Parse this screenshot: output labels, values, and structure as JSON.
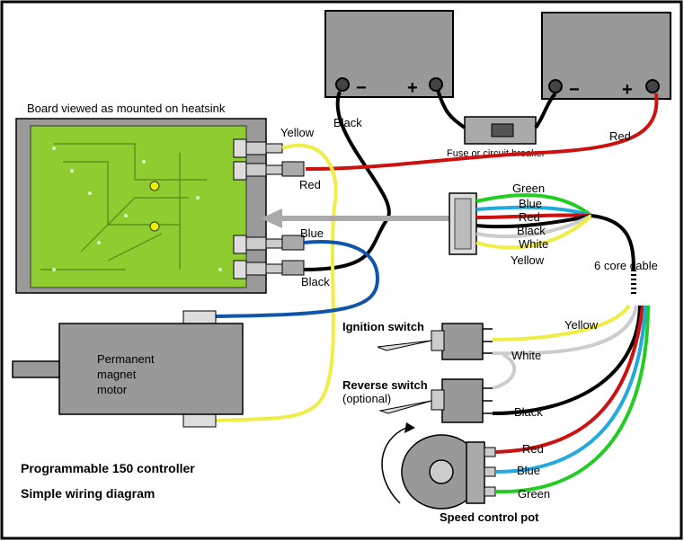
{
  "board": {
    "label": "Board viewed as mounted on heatsink"
  },
  "batteries": {
    "left": {
      "neg": "−",
      "pos": "+"
    },
    "right": {
      "neg": "−",
      "pos": "+"
    }
  },
  "fuse": {
    "label": "Fuse or circuit breaker"
  },
  "wires": {
    "battery_black": "Black",
    "battery_red": "Red",
    "board_yellow": "Yellow",
    "board_red": "Red",
    "board_blue": "Blue",
    "board_black": "Black"
  },
  "connector": {
    "pins": [
      "Green",
      "Blue",
      "Red",
      "Black",
      "White",
      "Yellow"
    ]
  },
  "cable": {
    "label": "6 core cable"
  },
  "motor": {
    "lines": [
      "Permanent",
      "magnet",
      "motor"
    ]
  },
  "ignition": {
    "title": "Ignition switch",
    "yellow": "Yellow",
    "white": "White"
  },
  "reverse": {
    "title": "Reverse switch",
    "note": "(optional)",
    "black": "Black"
  },
  "pot": {
    "title": "Speed control pot",
    "red": "Red",
    "blue": "Blue",
    "green": "Green"
  },
  "footer": {
    "line1": "Programmable 150 controller",
    "line2": "Simple wiring diagram"
  },
  "colors": {
    "border": "#000000",
    "battery": "#999999",
    "board_pcb": "#8fcc2f",
    "heatsink": "#9a9a9a",
    "wire_red": "#cc1111",
    "wire_yellow": "#eeee44",
    "wire_blue": "#1155aa",
    "wire_cyan": "#22aadd",
    "wire_green": "#22cc22",
    "wire_white": "#cccccc",
    "arrow": "#aaaaaa"
  }
}
